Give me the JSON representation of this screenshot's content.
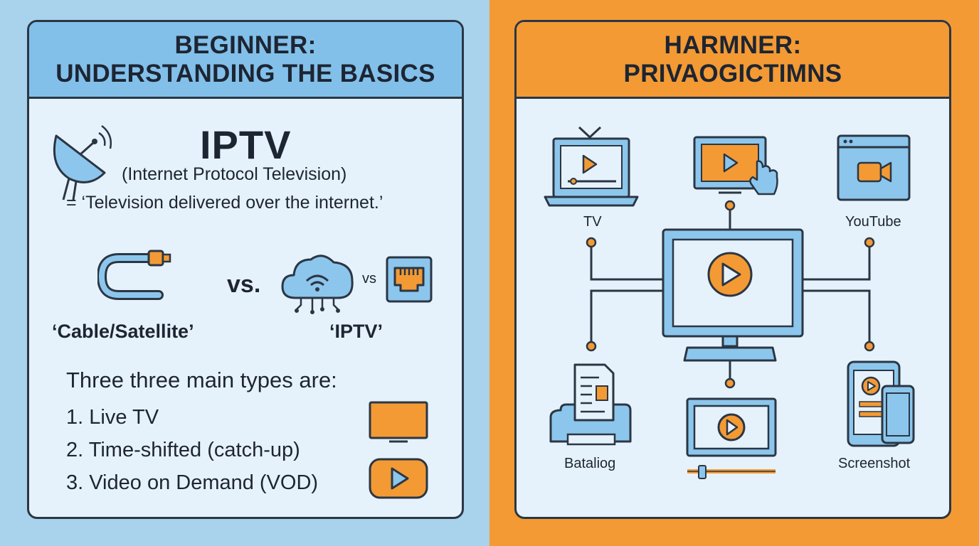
{
  "left_panel": {
    "header_line1": "BEGINNER:",
    "header_line2": "UNDERSTANDING THE BASICS",
    "iptv_title": "IPTV",
    "iptv_subtitle": "(Internet Protocol Television)",
    "iptv_definition": "= ‘Television delivered over the internet.’",
    "vs_big": "vs.",
    "vs_small": "vs",
    "label_cable": "‘Cable/Satellite’",
    "label_iptv": "‘IPTV’",
    "types_heading": "Three three main types are:",
    "types": [
      "1. Live TV",
      "2. Time-shifted (catch-up)",
      "3. Video on Demand (VOD)"
    ]
  },
  "right_panel": {
    "header_line1": "HARMNER:",
    "header_line2": "PRIVAOGICTIMNS",
    "node_labels": {
      "tv": "TV",
      "youtube": "YouTube",
      "bataliog": "Bataliog",
      "screenshot": "Screenshot"
    }
  },
  "colors": {
    "left_background": "#a9d2ec",
    "right_background": "#f39a34",
    "panel_fill": "#e6f2fb",
    "left_header": "#82c0ea",
    "icon_blue": "#8cc6ec",
    "accent_orange": "#f39a34",
    "outline": "#2b3644"
  },
  "icons": [
    "satellite-dish-icon",
    "cable-icon",
    "cloud-wifi-icon",
    "ethernet-port-icon",
    "tv-screen-icon",
    "play-button-icon",
    "laptop-tv-icon",
    "monitor-touch-icon",
    "browser-video-icon",
    "central-monitor-icon",
    "printer-document-icon",
    "video-player-icon",
    "phone-tablet-icon"
  ]
}
